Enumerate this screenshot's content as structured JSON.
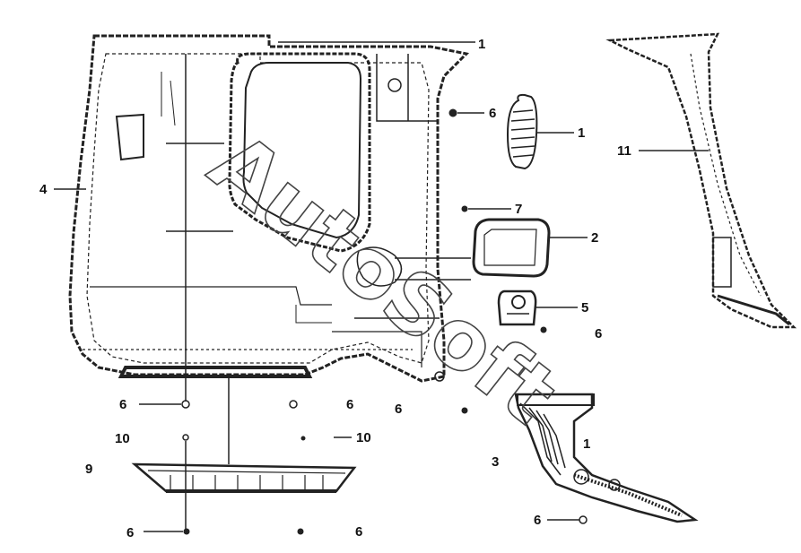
{
  "callouts": [
    {
      "text": "1"
    },
    {
      "text": "6"
    },
    {
      "text": "1"
    },
    {
      "text": "11"
    },
    {
      "text": "4"
    },
    {
      "text": "7"
    },
    {
      "text": "2"
    },
    {
      "text": "5"
    },
    {
      "text": "6"
    },
    {
      "text": "6"
    },
    {
      "text": "6"
    },
    {
      "text": "6"
    },
    {
      "text": "10"
    },
    {
      "text": "10"
    },
    {
      "text": "9"
    },
    {
      "text": "3"
    },
    {
      "text": "1"
    },
    {
      "text": "6"
    },
    {
      "text": "6"
    },
    {
      "text": "6"
    }
  ],
  "watermark": {
    "text": "AutoSoft"
  },
  "colors": {
    "line": "#222222",
    "watermark": "#444444",
    "background": "#ffffff"
  }
}
